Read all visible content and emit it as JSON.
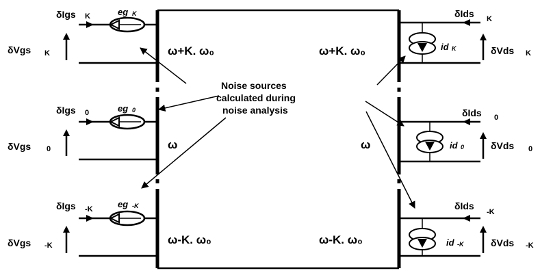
{
  "box": {
    "left_freq": {
      "top": "ω+K. ω₀",
      "mid": "ω",
      "bot": "ω-K. ω₀"
    },
    "right_freq": {
      "top": "ω+K. ω₀",
      "mid": "ω",
      "bot": "ω-K. ω₀"
    }
  },
  "note": {
    "line1": "Noise sources",
    "line2": "calculated during",
    "line3": "noise analysis"
  },
  "left_ports": [
    {
      "current": "δIgs",
      "current_sub": "K",
      "voltage": "δVgs",
      "voltage_sub": "K",
      "source": "eg",
      "source_sub": "K"
    },
    {
      "current": "δIgs",
      "current_sub": "0",
      "voltage": "δVgs",
      "voltage_sub": "0",
      "source": "eg",
      "source_sub": "0"
    },
    {
      "current": "δIgs",
      "current_sub": "-K",
      "voltage": "δVgs",
      "voltage_sub": "-K",
      "source": "eg",
      "source_sub": "-K"
    }
  ],
  "right_ports": [
    {
      "current": "δIds",
      "current_sub": "K",
      "voltage": "δVds",
      "voltage_sub": "K",
      "source": "id",
      "source_sub": "K"
    },
    {
      "current": "δIds",
      "current_sub": "0",
      "voltage": "δVds",
      "voltage_sub": "0",
      "source": "id",
      "source_sub": "0"
    },
    {
      "current": "δIds",
      "current_sub": "-K",
      "voltage": "δVds",
      "voltage_sub": "-K",
      "source": "id",
      "source_sub": "-K"
    }
  ]
}
